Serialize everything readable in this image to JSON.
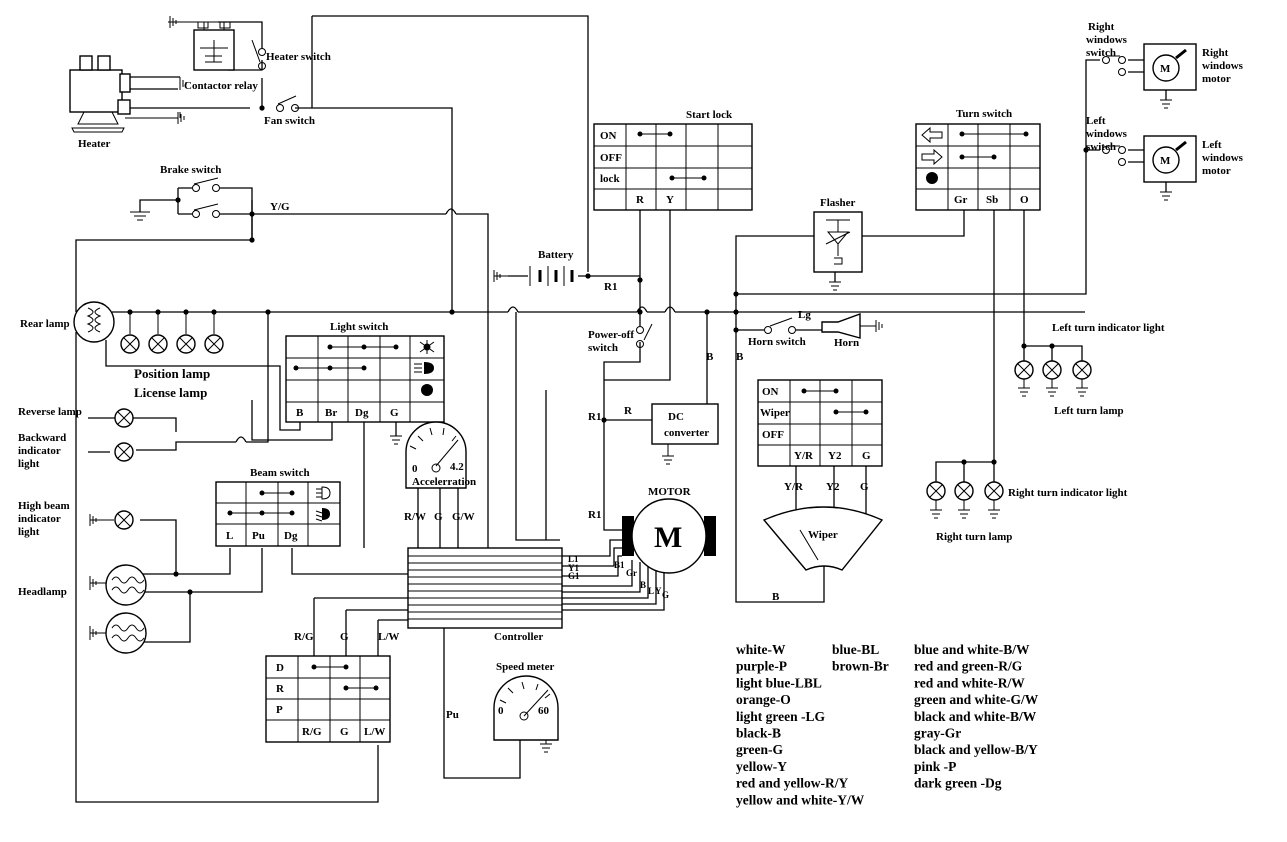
{
  "labels": {
    "heater_switch": "Heater switch",
    "contactor_relay": "Contactor relay",
    "heater": "Heater",
    "fan_switch": "Fan switch",
    "brake_switch": "Brake switch",
    "yg": "Y/G",
    "rear_lamp": "Rear lamp",
    "position_lamp": "Position lamp",
    "license_lamp": "License lamp",
    "reverse_lamp": "Reverse lamp",
    "backward_indicator": [
      "Backward",
      "indicator",
      "light"
    ],
    "high_beam": [
      "High beam",
      "indicator",
      "light"
    ],
    "headlamp": "Headlamp",
    "light_switch": "Light switch",
    "beam_switch": "Beam switch",
    "accel": "Accelerration",
    "accel_min": "0",
    "accel_max": "4.2",
    "battery": "Battery",
    "r1": "R1",
    "start_lock": "Start lock",
    "power_off": [
      "Power-off",
      "switch"
    ],
    "dc_converter": [
      "DC",
      "converter"
    ],
    "motor": "MOTOR",
    "motor_m": "M",
    "controller": "Controller",
    "speed_meter": "Speed meter",
    "speed_min": "0",
    "speed_max": "60",
    "flasher": "Flasher",
    "turn_switch": "Turn  switch",
    "horn_switch": "Horn switch",
    "horn": "Horn",
    "lg": "Lg",
    "b": "B",
    "r": "R",
    "pu": "Pu",
    "rw": "R/W",
    "g": "G",
    "gw": "G/W",
    "rg": "R/G",
    "lw": "L/W",
    "yr": "Y/R",
    "y2": "Y2",
    "wiper": "Wiper",
    "right_windows_switch": [
      "Right",
      "windows",
      "switch"
    ],
    "right_windows_motor": [
      "Right",
      "windows",
      "motor"
    ],
    "left_windows_switch": [
      "Left",
      "windows",
      "switch"
    ],
    "left_windows_motor": [
      "Left",
      "windows",
      "motor"
    ],
    "left_turn_indicator": "Left turn indicator light",
    "left_turn_lamp": "Left turn  lamp",
    "right_turn_indicator": "Right turn indicator light",
    "right_turn_lamp": "Right turn lamp",
    "ctrl_pins": [
      "L1",
      "Y1",
      "G1",
      "B1",
      "Gr",
      "B",
      "L",
      "Y",
      "G"
    ]
  },
  "start_lock_table": {
    "rows": [
      "ON",
      "OFF",
      "lock"
    ],
    "footer": [
      "R",
      "Y"
    ]
  },
  "turn_switch_table": {
    "footer": [
      "Gr",
      "Sb",
      "O"
    ]
  },
  "light_switch_table": {
    "footer": [
      "B",
      "Br",
      "Dg",
      "G"
    ]
  },
  "beam_switch_table": {
    "footer": [
      "L",
      "Pu",
      "Dg"
    ]
  },
  "gear_table": {
    "rows": [
      "D",
      "R",
      "P"
    ],
    "footer": [
      "R/G",
      "G",
      "L/W"
    ]
  },
  "wiper_table": {
    "rows": [
      "ON",
      "Wiper",
      "OFF"
    ],
    "footer": [
      "Y/R",
      "Y2",
      "G"
    ]
  },
  "legend": [
    [
      "white-W",
      "purple-P",
      "light blue-LBL",
      "orange-O",
      "light green -LG",
      "black-B",
      "green-G",
      "yellow-Y",
      "red and yellow-R/Y",
      "yellow and white-Y/W"
    ],
    [
      "blue-BL",
      "brown-Br"
    ],
    [
      "blue and white-B/W",
      "red and green-R/G",
      "red and white-R/W",
      "green and white-G/W",
      "black and white-B/W",
      "gray-Gr",
      "black and yellow-B/Y",
      "pink -P",
      "dark green -Dg"
    ]
  ]
}
